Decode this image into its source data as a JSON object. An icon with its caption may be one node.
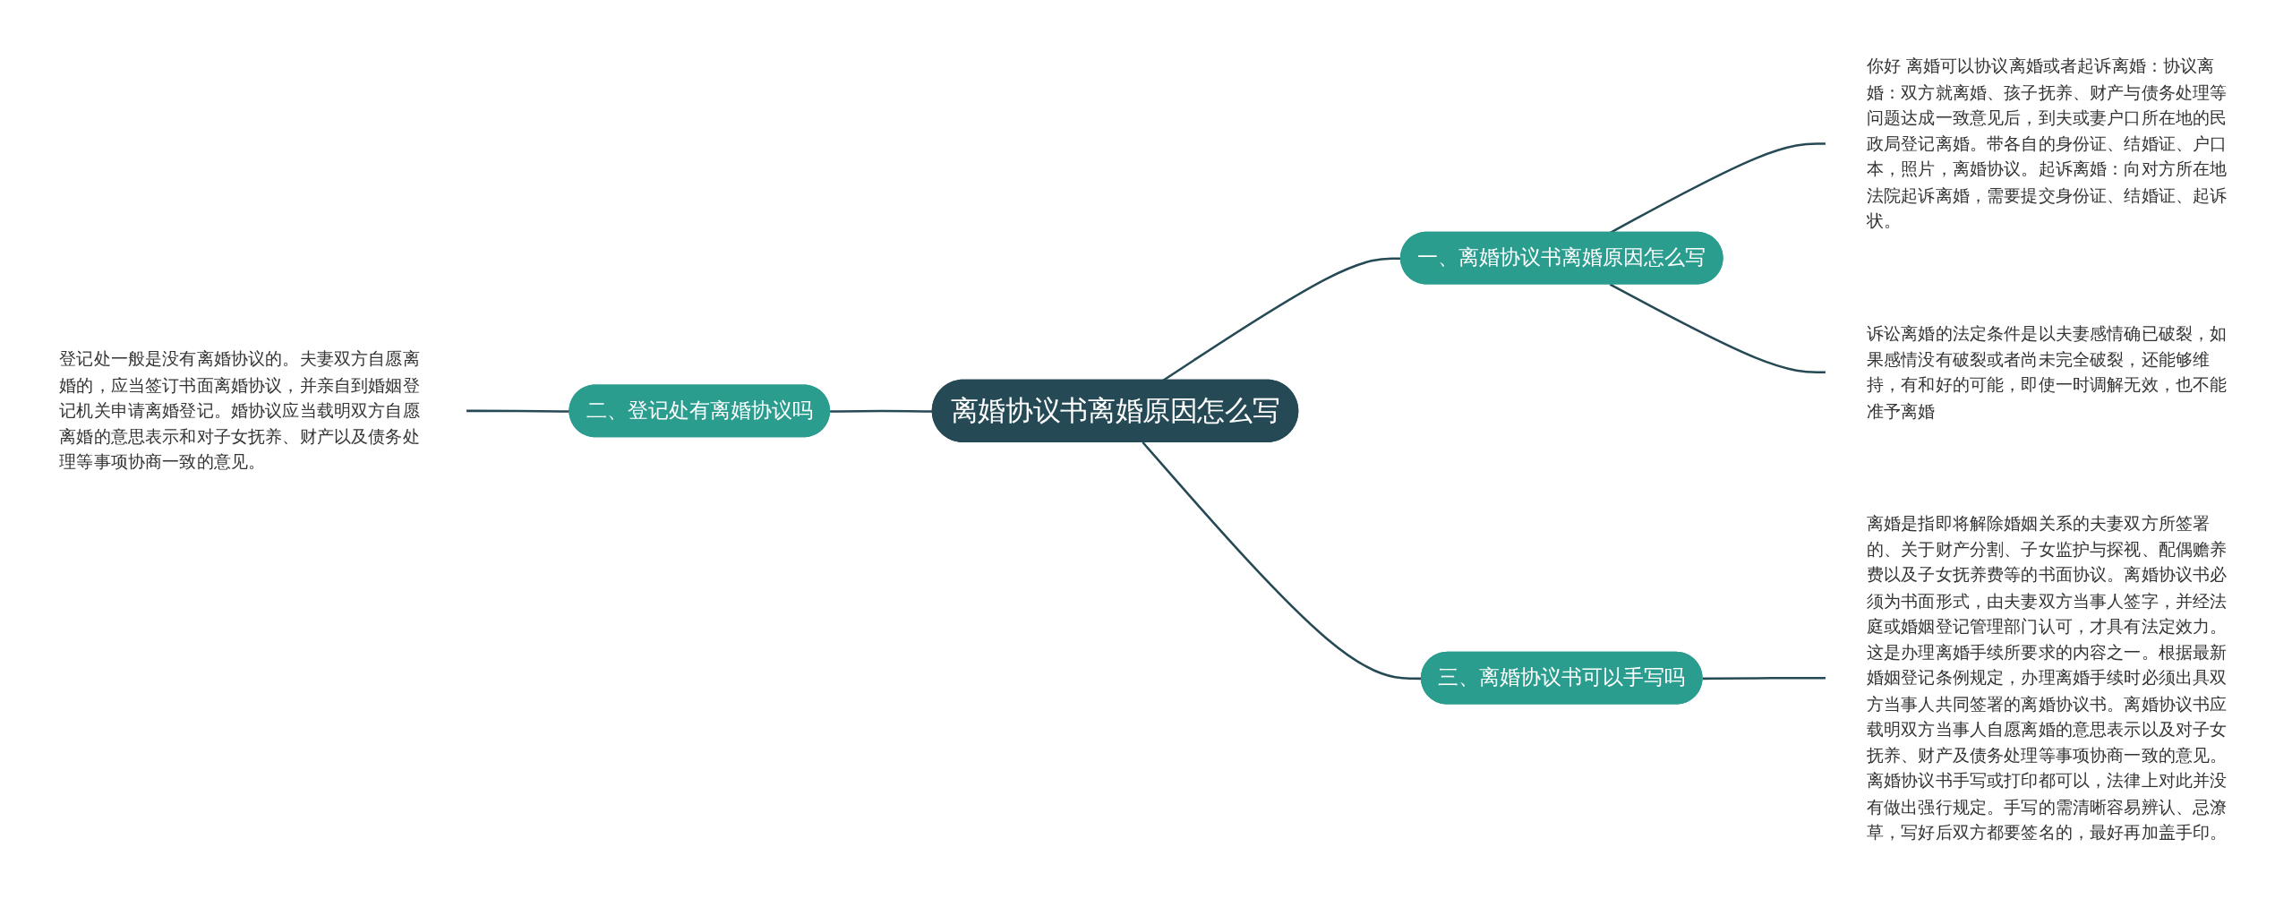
{
  "diagram": {
    "nodes": [
      {
        "text": [
          "离婚协议书离婚原因怎么写"
        ]
      },
      {
        "text": [
          "一、离婚协议书离婚原因怎么写"
        ]
      },
      {
        "text": [
          "你好 离婚可以协议离婚或者起诉离婚：协议离婚：双方就离婚、孩子抚养、财产与债务处理等问题达成一致意见后，到夫或妻户口所在地的民政局登记离婚。带各自的身份证、结婚证、户口本，照片，离婚协议。起诉离婚：向对方所在地法院起诉离婚，需要提交身份证、结婚证、起诉状。"
        ]
      },
      {
        "text": [
          "诉讼离婚的法定条件是以夫妻感情确已破裂，如果感情没有破裂或者尚未完全破裂，还能够维持，有和好的可能，即使一时调解无效，也不能准予离婚"
        ]
      },
      {
        "text": [
          "二、登记处有离婚协议吗"
        ]
      },
      {
        "text": [
          "登记处一般是没有离婚协议的。夫妻双方自愿离婚的，应当签订书面离婚协议，并亲自到婚姻登记机关申请离婚登记。婚协议应当载明双方自愿离婚的意思表示和对子女抚养、财产以及债务处理等事项协商一致的意见。"
        ]
      },
      {
        "text": [
          "三、离婚协议书可以手写吗"
        ]
      },
      {
        "text": [
          "离婚是指即将解除婚姻关系的夫妻双方所签署的、关于财产分割、子女监护与探视、配偶赡养费以及子女抚养费等的书面协议。离婚协议书必须为书面形式，由夫妻双方当事人签字，并经法庭或婚姻登记管理部门认可，才具有法定效力。这是办理离婚手续所要求的内容之一。根据最新婚姻登记条例规定，办理离婚手续时必须出具双方当事人共同签署的离婚协议书。离婚协议书应载明双方当事人自愿离婚的意思表示以及对子女抚养、财产及债务处理等事项协商一致的意见。离婚协议书手写或打印都可以，法律上对此并没有做出强行规定。手写的需清晰容易辨认、忌潦草，写好后双方都要签名的，最好再加盖手印。"
        ]
      }
    ],
    "edges": [
      {
        "from": 0,
        "to": 1,
        "arrow": "none"
      },
      {
        "from": 1,
        "to": 2,
        "arrow": "none"
      },
      {
        "from": 1,
        "to": 3,
        "arrow": "none"
      },
      {
        "from": 4,
        "to": 0,
        "arrow": "none"
      },
      {
        "from": 5,
        "to": 4,
        "arrow": "none"
      },
      {
        "from": 0,
        "to": 6,
        "arrow": "none"
      },
      {
        "from": 6,
        "to": 7,
        "arrow": "none"
      }
    ]
  }
}
